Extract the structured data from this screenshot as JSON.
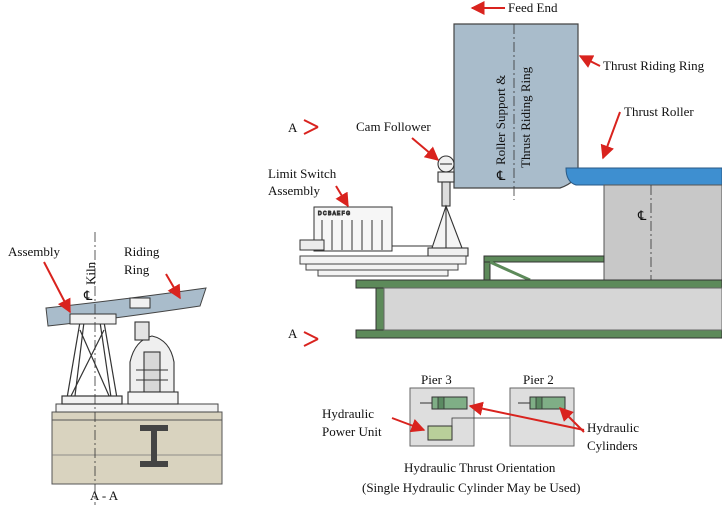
{
  "labels": {
    "feed_end": "Feed End",
    "thrust_riding_ring": "Thrust Riding Ring",
    "thrust_roller": "Thrust Roller",
    "centerline_roller": "Roller Support &",
    "centerline_roller_2": "Thrust Riding Ring",
    "cam_follower": "Cam Follower",
    "limit_switch_1": "Limit Switch",
    "limit_switch_2": "Assembly",
    "section_a_top": "A",
    "section_a_bottom": "A",
    "left_assembly": "Assembly",
    "kiln_centerline": "Kiln",
    "riding_ring_1": "Riding",
    "riding_ring_2": "Ring",
    "section_caption": "A - A",
    "pier_3": "Pier 3",
    "pier_2": "Pier 2",
    "hydraulic_power_unit_1": "Hydraulic",
    "hydraulic_power_unit_2": "Power Unit",
    "hydraulic_cylinders_1": "Hydraulic",
    "hydraulic_cylinders_2": "Cylinders",
    "orientation_title": "Hydraulic Thrust Orientation",
    "orientation_note": "(Single Hydraulic Cylinder May be Used)",
    "switch_letters": "D C B A E F G"
  },
  "colors": {
    "ring_fill": "#a9bccb",
    "roller_fill": "#3e8fd0",
    "pier_fill": "#c8c8c8",
    "beam_green": "#5d8a5a",
    "concrete": "#d9d3bf",
    "cylinder_green": "#7fae86",
    "arrow_red": "#d9231e"
  }
}
